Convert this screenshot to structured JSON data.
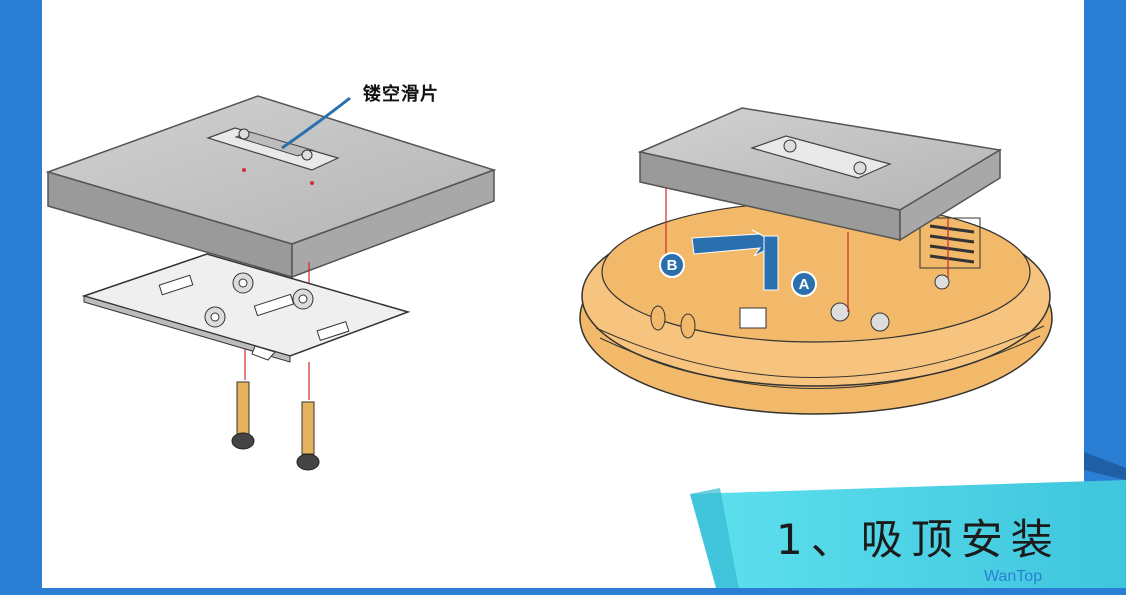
{
  "callout": {
    "label": "镂空滑片"
  },
  "markers": {
    "a": "A",
    "b": "B"
  },
  "title": {
    "text": "1、吸顶安装"
  },
  "watermark": {
    "text": "WanTop"
  },
  "colors": {
    "frame_blue": "#2a7fd4",
    "banner_cyan": "#4fd6e6",
    "device_orange": "#f3b96a",
    "marker_blue": "#2a6fae",
    "box_gray": "#bdbdbd"
  }
}
